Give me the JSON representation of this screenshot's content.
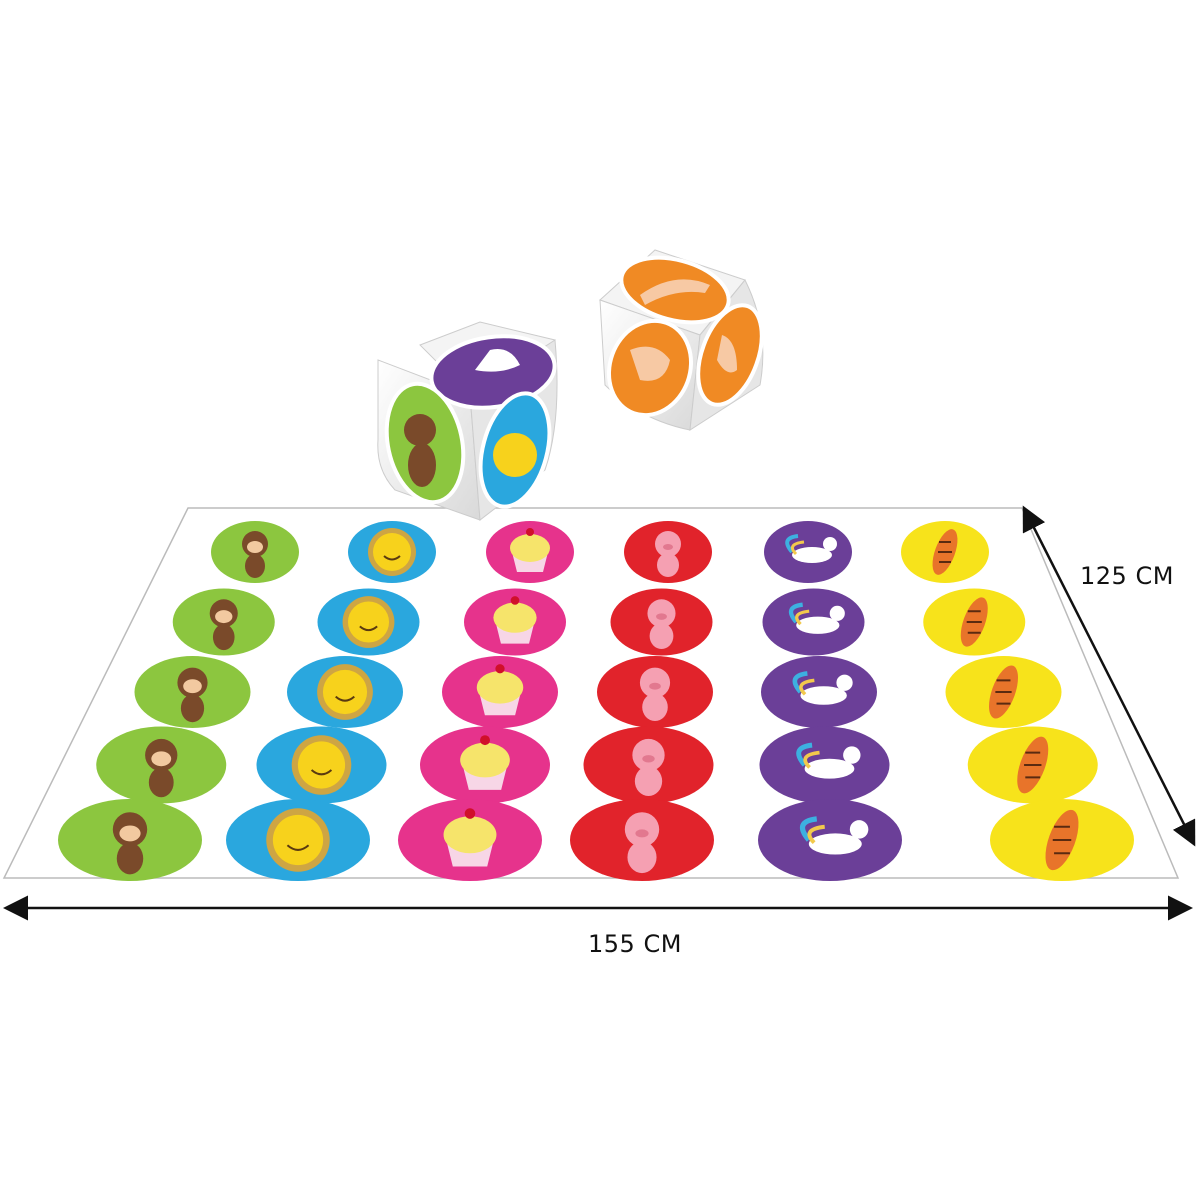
{
  "mat": {
    "rows": 5,
    "columns": [
      {
        "icon": "monkey",
        "color": "#8cc63f",
        "accent": "#7a4a2a"
      },
      {
        "icon": "sun",
        "color": "#2aa7de",
        "accent": "#f7d21c"
      },
      {
        "icon": "cupcake",
        "color": "#e6338c",
        "accent": "#f6e46b"
      },
      {
        "icon": "pig",
        "color": "#e1232b",
        "accent": "#f5a0b2"
      },
      {
        "icon": "unicorn",
        "color": "#6b3f98",
        "accent": "#ffffff"
      },
      {
        "icon": "tiger",
        "color": "#f7e31b",
        "accent": "#e8742a"
      }
    ]
  },
  "dice": [
    {
      "name": "symbol-die",
      "faces": [
        "unicorn",
        "monkey",
        "sun"
      ],
      "face_colors": [
        "#6b3f98",
        "#8cc63f",
        "#2aa7de"
      ]
    },
    {
      "name": "hand-die",
      "faces": [
        "hand",
        "hand",
        "hand"
      ],
      "face_colors": [
        "#f08a24",
        "#f08a24",
        "#f08a24"
      ]
    }
  ],
  "dimensions": {
    "width_label": "155 CM",
    "depth_label": "125 CM"
  }
}
